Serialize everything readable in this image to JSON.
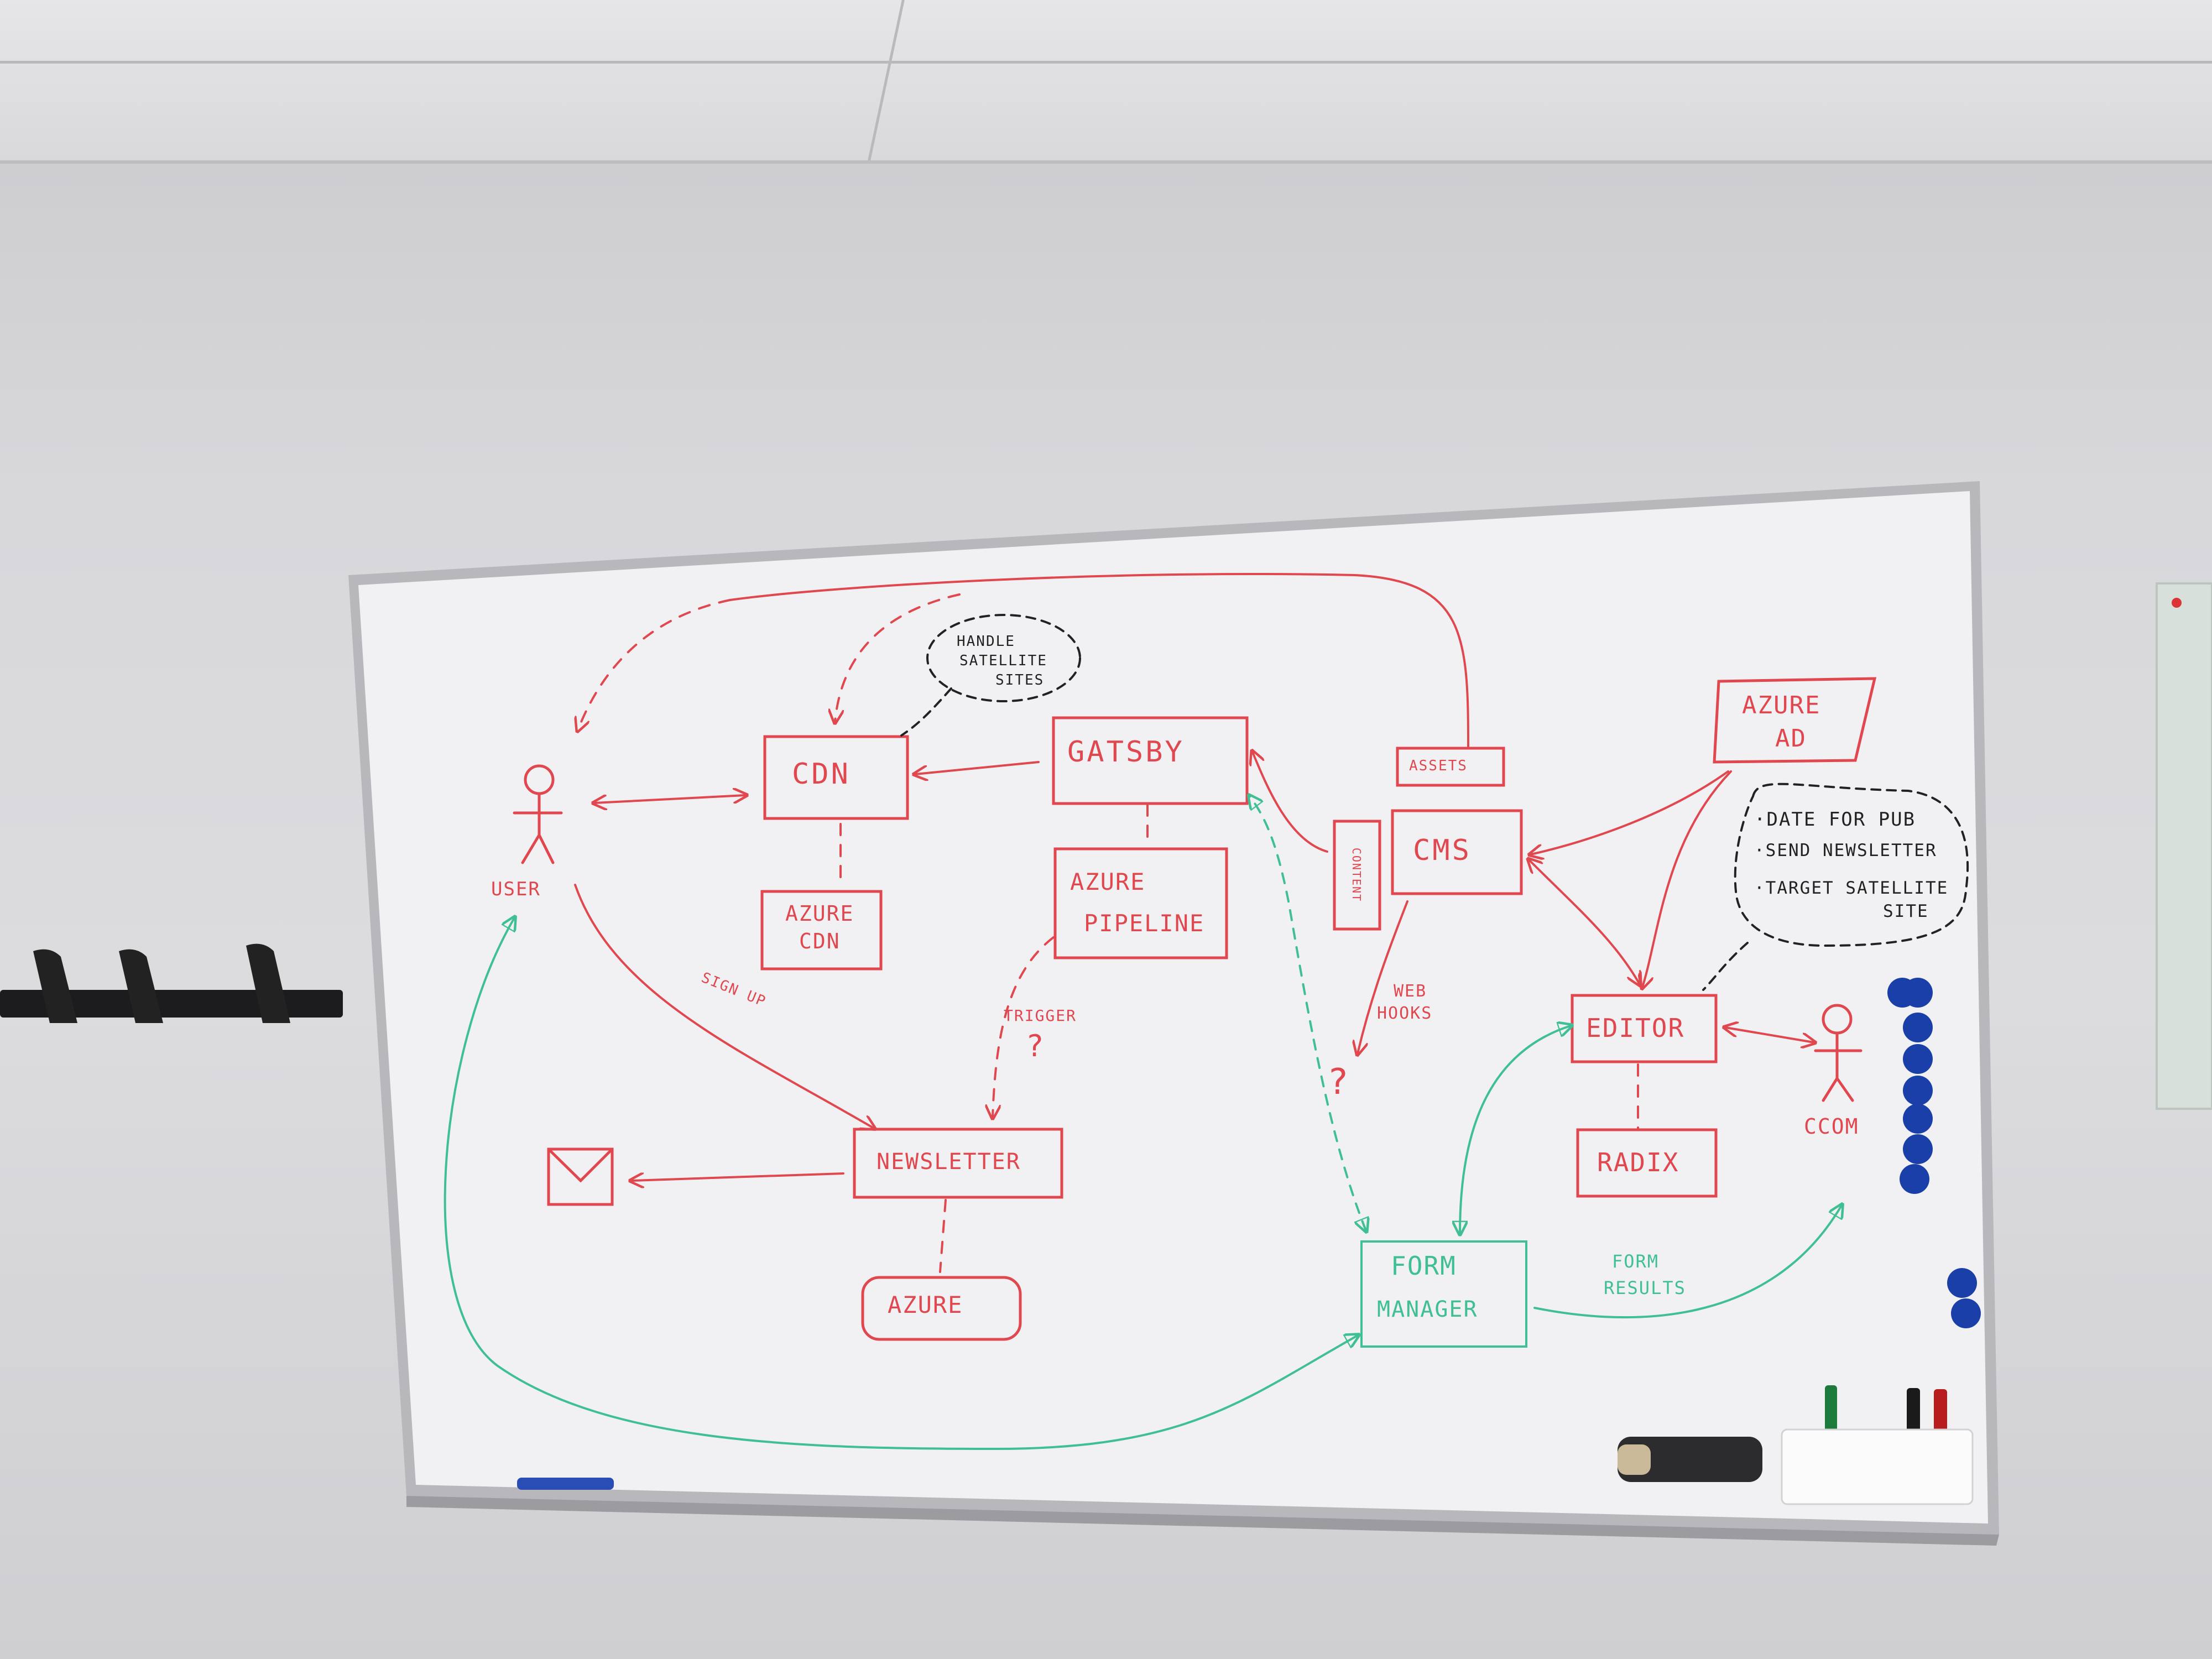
{
  "colors": {
    "marker_red": "#e0474f",
    "marker_green": "#3fbf93",
    "marker_black": "#222222",
    "board": "#f1f1f3",
    "frame": "#b8b8bc",
    "magnet_blue": "#1a3fa8"
  },
  "icons": [
    "user-figure-icon",
    "ccom-figure-icon",
    "envelope-icon",
    "marker-icon",
    "eraser-icon",
    "magnet-icon",
    "coat-hook-icon"
  ],
  "nodes": {
    "cdn": "CDN",
    "gatsby": "GATSBY",
    "azure_cdn_line1": "AZURE",
    "azure_cdn_line2": "CDN",
    "azure_pipeline_line1": "AZURE",
    "azure_pipeline_line2": "PIPELINE",
    "newsletter": "NEWSLETTER",
    "azure": "AZURE",
    "cms": "CMS",
    "assets": "ASSETS",
    "content": "CONTENT",
    "azure_ad_line1": "AZURE",
    "azure_ad_line2": "AD",
    "editor": "EDITOR",
    "radix": "RADIX",
    "form_manager_line1": "FORM",
    "form_manager_line2": "MANAGER"
  },
  "actors": {
    "user": "USER",
    "ccom": "CCOM"
  },
  "edge_labels": {
    "sign_up": "SIGN UP",
    "trigger": "TRIGGER",
    "trigger_q": "?",
    "web_hooks_line1": "WEB",
    "web_hooks_line2": "HOOKS",
    "web_hooks_q": "?",
    "form_results_line1": "FORM",
    "form_results_line2": "RESULTS"
  },
  "notes": {
    "handle_sites": [
      "HANDLE",
      "SATELLITE",
      "SITES"
    ],
    "editor_note": [
      "·DATE FOR PUB",
      "·SEND NEWSLETTER",
      "·TARGET SATELLITE",
      "SITE"
    ]
  }
}
